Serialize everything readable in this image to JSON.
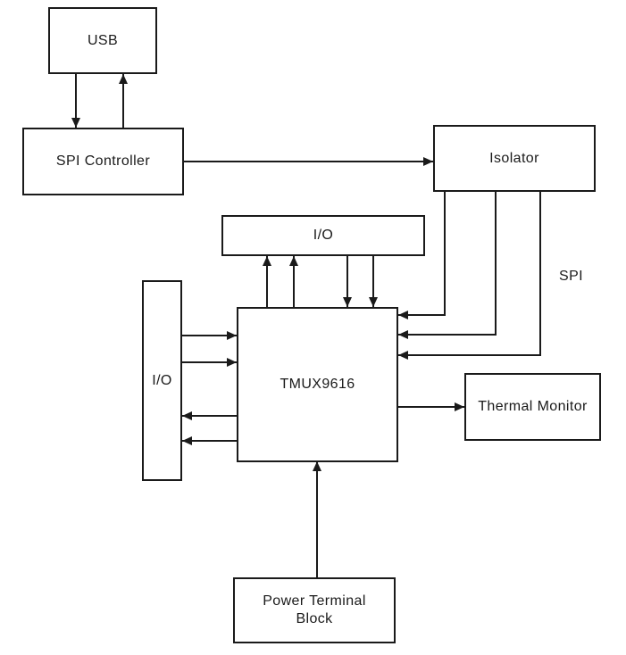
{
  "diagram": {
    "type": "block-diagram",
    "nodes": {
      "usb": {
        "label": "USB"
      },
      "spi_controller": {
        "label": "SPI Controller"
      },
      "isolator": {
        "label": "Isolator"
      },
      "io_top": {
        "label": "I/O"
      },
      "io_left": {
        "label": "I/O"
      },
      "tmux9616": {
        "label": "TMUX9616"
      },
      "thermal_monitor": {
        "label": "Thermal Monitor"
      },
      "power_terminal_block": {
        "label": "Power Terminal Block"
      }
    },
    "labels": {
      "spi_bus": "SPI"
    },
    "edges": [
      {
        "from": "usb",
        "to": "spi_controller",
        "arrow": "to"
      },
      {
        "from": "spi_controller",
        "to": "usb",
        "arrow": "to"
      },
      {
        "from": "spi_controller",
        "to": "isolator",
        "arrow": "to"
      },
      {
        "from": "isolator",
        "to": "tmux9616",
        "arrow": "to",
        "count": 3,
        "bus_label": "SPI"
      },
      {
        "from": "tmux9616",
        "to": "io_top",
        "arrow": "to",
        "count": 2
      },
      {
        "from": "io_top",
        "to": "tmux9616",
        "arrow": "to",
        "count": 2
      },
      {
        "from": "io_left",
        "to": "tmux9616",
        "arrow": "to",
        "count": 2
      },
      {
        "from": "tmux9616",
        "to": "io_left",
        "arrow": "to",
        "count": 2
      },
      {
        "from": "tmux9616",
        "to": "thermal_monitor",
        "arrow": "to"
      },
      {
        "from": "power_terminal_block",
        "to": "tmux9616",
        "arrow": "to"
      }
    ],
    "colors": {
      "line": "#1a1a1a",
      "text": "#1a1a1a",
      "background": "#ffffff",
      "node_fill": "#ffffff"
    }
  }
}
